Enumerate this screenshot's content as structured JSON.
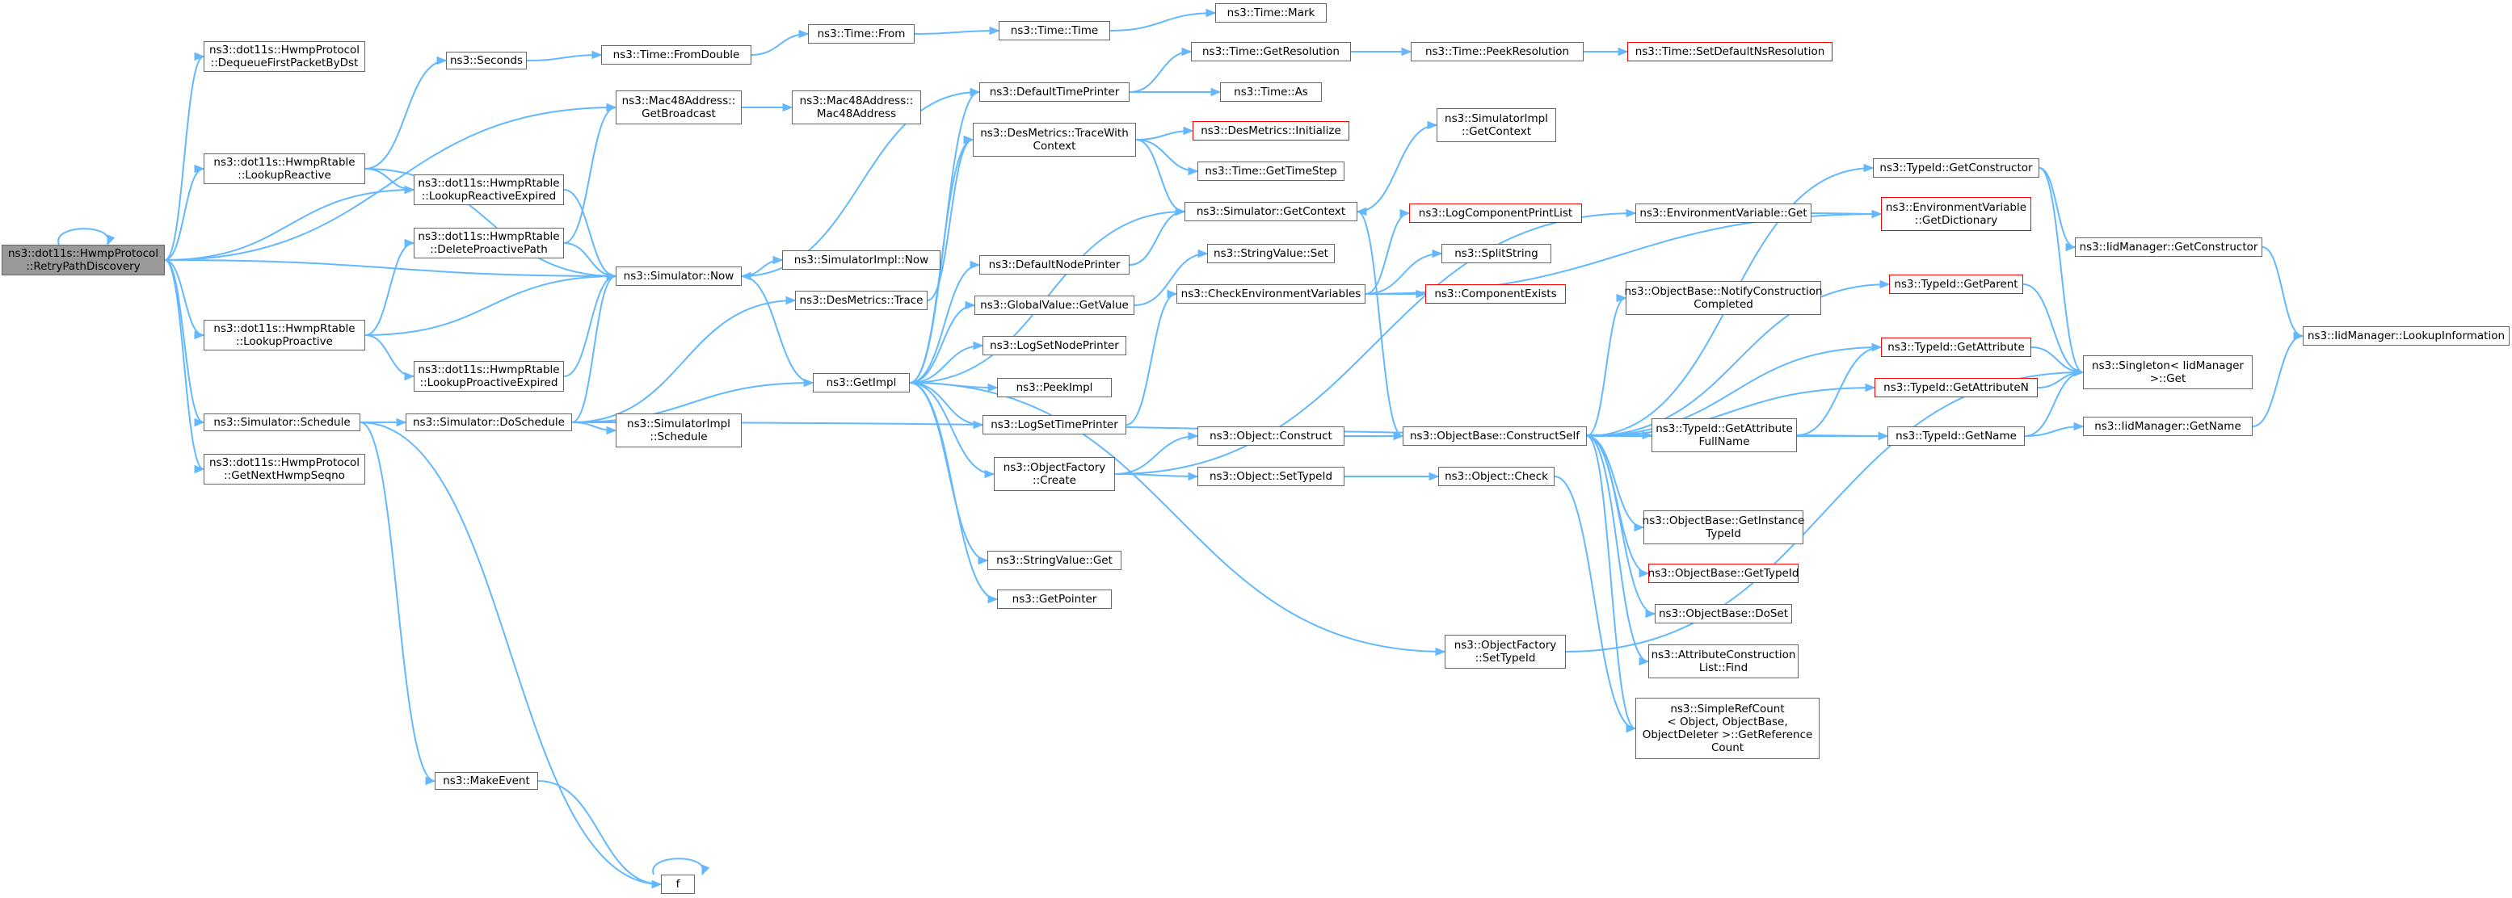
{
  "colors": {
    "edge": "#63b8ff",
    "node_border": "#666666",
    "node_border_highlight": "#ff0000",
    "root_fill": "#999999",
    "node_fill": "#ffffff"
  },
  "nodes": {
    "retry_path_discovery": "ns3::dot11s::HwmpProtocol\n::RetryPathDiscovery",
    "dequeue_first_packet_by_dst": "ns3::dot11s::HwmpProtocol\n::DequeueFirstPacketByDst",
    "lookup_reactive": "ns3::dot11s::HwmpRtable\n::LookupReactive",
    "lookup_proactive": "ns3::dot11s::HwmpRtable\n::LookupProactive",
    "simulator_schedule": "ns3::Simulator::Schedule",
    "get_next_hwmp_seqno": "ns3::dot11s::HwmpProtocol\n::GetNextHwmpSeqno",
    "seconds": "ns3::Seconds",
    "lookup_reactive_expired": "ns3::dot11s::HwmpRtable\n::LookupReactiveExpired",
    "delete_proactive_path": "ns3::dot11s::HwmpRtable\n::DeleteProactivePath",
    "lookup_proactive_expired": "ns3::dot11s::HwmpRtable\n::LookupProactiveExpired",
    "simulator_do_schedule": "ns3::Simulator::DoSchedule",
    "make_event": "ns3::MakeEvent",
    "f": "f",
    "time_from_double": "ns3::Time::FromDouble",
    "mac48_get_broadcast": "ns3::Mac48Address::\nGetBroadcast",
    "simulator_now": "ns3::Simulator::Now",
    "simulator_impl_schedule": "ns3::SimulatorImpl\n::Schedule",
    "mac48_address": "ns3::Mac48Address::\nMac48Address",
    "simulator_impl_now": "ns3::SimulatorImpl::Now",
    "des_metrics_trace": "ns3::DesMetrics::Trace",
    "get_impl": "ns3::GetImpl",
    "time_from": "ns3::Time::From",
    "default_time_printer": "ns3::DefaultTimePrinter",
    "des_metrics_trace_with_context": "ns3::DesMetrics::TraceWith\nContext",
    "default_node_printer": "ns3::DefaultNodePrinter",
    "global_value_get_value": "ns3::GlobalValue::GetValue",
    "log_set_node_printer": "ns3::LogSetNodePrinter",
    "peek_impl": "ns3::PeekImpl",
    "log_set_time_printer": "ns3::LogSetTimePrinter",
    "object_factory_create": "ns3::ObjectFactory\n::Create",
    "string_value_get": "ns3::StringValue::Get",
    "get_pointer": "ns3::GetPointer",
    "time_time": "ns3::Time::Time",
    "time_mark": "ns3::Time::Mark",
    "time_get_resolution": "ns3::Time::GetResolution",
    "time_as": "ns3::Time::As",
    "des_metrics_initialize": "ns3::DesMetrics::Initialize",
    "time_get_time_step": "ns3::Time::GetTimeStep",
    "simulator_get_context": "ns3::Simulator::GetContext",
    "string_value_set": "ns3::StringValue::Set",
    "check_environment_variables": "ns3::CheckEnvironmentVariables",
    "object_construct": "ns3::Object::Construct",
    "object_set_type_id": "ns3::Object::SetTypeId",
    "object_factory_set_type_id": "ns3::ObjectFactory\n::SetTypeId",
    "time_peek_resolution": "ns3::Time::PeekResolution",
    "time_set_default_ns_resolution": "ns3::Time::SetDefaultNsResolution",
    "simulator_impl_get_context": "ns3::SimulatorImpl\n::GetContext",
    "log_component_print_list": "ns3::LogComponentPrintList",
    "split_string": "ns3::SplitString",
    "component_exists": "ns3::ComponentExists",
    "object_base_construct_self": "ns3::ObjectBase::ConstructSelf",
    "object_check": "ns3::Object::Check",
    "environment_variable_get": "ns3::EnvironmentVariable::Get",
    "notify_construction_completed": "ns3::ObjectBase::NotifyConstruction\nCompleted",
    "get_attribute_full_name": "ns3::TypeId::GetAttribute\nFullName",
    "get_instance_type_id": "ns3::ObjectBase::GetInstance\nTypeId",
    "object_base_get_type_id": "ns3::ObjectBase::GetTypeId",
    "object_base_do_set": "ns3::ObjectBase::DoSet",
    "attribute_construction_list_find": "ns3::AttributeConstruction\nList::Find",
    "simple_ref_count_get_reference_count": "ns3::SimpleRefCount\n< Object, ObjectBase,\n ObjectDeleter >::GetReference\nCount",
    "type_id_get_constructor": "ns3::TypeId::GetConstructor",
    "environment_variable_get_dictionary": "ns3::EnvironmentVariable\n::GetDictionary",
    "type_id_get_parent": "ns3::TypeId::GetParent",
    "type_id_get_attribute": "ns3::TypeId::GetAttribute",
    "type_id_get_attribute_n": "ns3::TypeId::GetAttributeN",
    "type_id_get_name": "ns3::TypeId::GetName",
    "iid_manager_get_constructor": "ns3::IidManager::GetConstructor",
    "singleton_iid_manager_get": "ns3::Singleton< IidManager\n >::Get",
    "iid_manager_get_name": "ns3::IidManager::GetName",
    "iid_manager_lookup_information": "ns3::IidManager::LookupInformation"
  },
  "edges": [
    [
      "retry_path_discovery",
      "retry_path_discovery"
    ],
    [
      "retry_path_discovery",
      "dequeue_first_packet_by_dst"
    ],
    [
      "retry_path_discovery",
      "mac48_get_broadcast"
    ],
    [
      "retry_path_discovery",
      "lookup_reactive"
    ],
    [
      "retry_path_discovery",
      "lookup_reactive_expired"
    ],
    [
      "retry_path_discovery",
      "simulator_now"
    ],
    [
      "retry_path_discovery",
      "lookup_proactive"
    ],
    [
      "retry_path_discovery",
      "simulator_schedule"
    ],
    [
      "retry_path_discovery",
      "get_next_hwmp_seqno"
    ],
    [
      "lookup_reactive",
      "seconds"
    ],
    [
      "lookup_reactive",
      "lookup_reactive_expired"
    ],
    [
      "lookup_reactive",
      "simulator_now"
    ],
    [
      "lookup_reactive_expired",
      "simulator_now"
    ],
    [
      "lookup_proactive",
      "delete_proactive_path"
    ],
    [
      "lookup_proactive",
      "simulator_now"
    ],
    [
      "lookup_proactive",
      "lookup_proactive_expired"
    ],
    [
      "delete_proactive_path",
      "mac48_get_broadcast"
    ],
    [
      "delete_proactive_path",
      "simulator_now"
    ],
    [
      "lookup_proactive_expired",
      "simulator_now"
    ],
    [
      "simulator_schedule",
      "simulator_do_schedule"
    ],
    [
      "simulator_schedule",
      "make_event"
    ],
    [
      "simulator_schedule",
      "f"
    ],
    [
      "simulator_do_schedule",
      "simulator_now"
    ],
    [
      "simulator_do_schedule",
      "des_metrics_trace"
    ],
    [
      "simulator_do_schedule",
      "get_impl"
    ],
    [
      "simulator_do_schedule",
      "simulator_impl_schedule"
    ],
    [
      "simulator_do_schedule",
      "type_id_get_name"
    ],
    [
      "make_event",
      "f"
    ],
    [
      "f",
      "f"
    ],
    [
      "seconds",
      "time_from_double"
    ],
    [
      "time_from_double",
      "time_from"
    ],
    [
      "time_from",
      "time_time"
    ],
    [
      "time_time",
      "time_mark"
    ],
    [
      "mac48_get_broadcast",
      "mac48_address"
    ],
    [
      "simulator_now",
      "simulator_impl_now"
    ],
    [
      "simulator_now",
      "get_impl"
    ],
    [
      "default_time_printer",
      "simulator_now"
    ],
    [
      "default_time_printer",
      "time_get_resolution"
    ],
    [
      "default_time_printer",
      "time_as"
    ],
    [
      "get_impl",
      "des_metrics_trace_with_context"
    ],
    [
      "get_impl",
      "default_node_printer"
    ],
    [
      "get_impl",
      "simulator_get_context"
    ],
    [
      "get_impl",
      "global_value_get_value"
    ],
    [
      "get_impl",
      "log_set_node_printer"
    ],
    [
      "get_impl",
      "peek_impl"
    ],
    [
      "get_impl",
      "log_set_time_printer"
    ],
    [
      "get_impl",
      "object_factory_create"
    ],
    [
      "get_impl",
      "string_value_get"
    ],
    [
      "get_impl",
      "get_pointer"
    ],
    [
      "get_impl",
      "object_factory_set_type_id"
    ],
    [
      "get_impl",
      "default_time_printer"
    ],
    [
      "des_metrics_trace",
      "des_metrics_trace_with_context"
    ],
    [
      "des_metrics_trace_with_context",
      "des_metrics_initialize"
    ],
    [
      "des_metrics_trace_with_context",
      "time_get_time_step"
    ],
    [
      "des_metrics_trace_with_context",
      "simulator_get_context"
    ],
    [
      "default_node_printer",
      "simulator_get_context"
    ],
    [
      "global_value_get_value",
      "string_value_set"
    ],
    [
      "log_set_time_printer",
      "check_environment_variables"
    ],
    [
      "object_factory_create",
      "object_construct"
    ],
    [
      "object_factory_create",
      "object_set_type_id"
    ],
    [
      "object_factory_create",
      "environment_variable_get"
    ],
    [
      "time_get_resolution",
      "time_peek_resolution"
    ],
    [
      "time_peek_resolution",
      "time_set_default_ns_resolution"
    ],
    [
      "simulator_get_context",
      "simulator_impl_get_context"
    ],
    [
      "check_environment_variables",
      "log_component_print_list"
    ],
    [
      "check_environment_variables",
      "split_string"
    ],
    [
      "check_environment_variables",
      "component_exists"
    ],
    [
      "check_environment_variables",
      "environment_variable_get_dictionary"
    ],
    [
      "object_construct",
      "object_base_construct_self"
    ],
    [
      "object_set_type_id",
      "object_check"
    ],
    [
      "object_check",
      "simple_ref_count_get_reference_count"
    ],
    [
      "object_factory_set_type_id",
      "singleton_iid_manager_get"
    ],
    [
      "object_base_construct_self",
      "simulator_get_context"
    ],
    [
      "object_base_construct_self",
      "type_id_get_constructor"
    ],
    [
      "object_base_construct_self",
      "type_id_get_parent"
    ],
    [
      "object_base_construct_self",
      "notify_construction_completed"
    ],
    [
      "object_base_construct_self",
      "type_id_get_attribute"
    ],
    [
      "object_base_construct_self",
      "type_id_get_attribute_n"
    ],
    [
      "object_base_construct_self",
      "get_attribute_full_name"
    ],
    [
      "object_base_construct_self",
      "type_id_get_name"
    ],
    [
      "object_base_construct_self",
      "get_instance_type_id"
    ],
    [
      "object_base_construct_self",
      "object_base_get_type_id"
    ],
    [
      "object_base_construct_self",
      "object_base_do_set"
    ],
    [
      "object_base_construct_self",
      "attribute_construction_list_find"
    ],
    [
      "object_base_construct_self",
      "simple_ref_count_get_reference_count"
    ],
    [
      "environment_variable_get",
      "environment_variable_get_dictionary"
    ],
    [
      "get_attribute_full_name",
      "type_id_get_attribute"
    ],
    [
      "get_attribute_full_name",
      "type_id_get_name"
    ],
    [
      "type_id_get_constructor",
      "iid_manager_get_constructor"
    ],
    [
      "type_id_get_constructor",
      "singleton_iid_manager_get"
    ],
    [
      "type_id_get_parent",
      "singleton_iid_manager_get"
    ],
    [
      "type_id_get_attribute",
      "singleton_iid_manager_get"
    ],
    [
      "type_id_get_attribute_n",
      "singleton_iid_manager_get"
    ],
    [
      "type_id_get_name",
      "singleton_iid_manager_get"
    ],
    [
      "type_id_get_name",
      "iid_manager_get_name"
    ],
    [
      "iid_manager_get_constructor",
      "iid_manager_lookup_information"
    ],
    [
      "iid_manager_get_name",
      "iid_manager_lookup_information"
    ]
  ]
}
